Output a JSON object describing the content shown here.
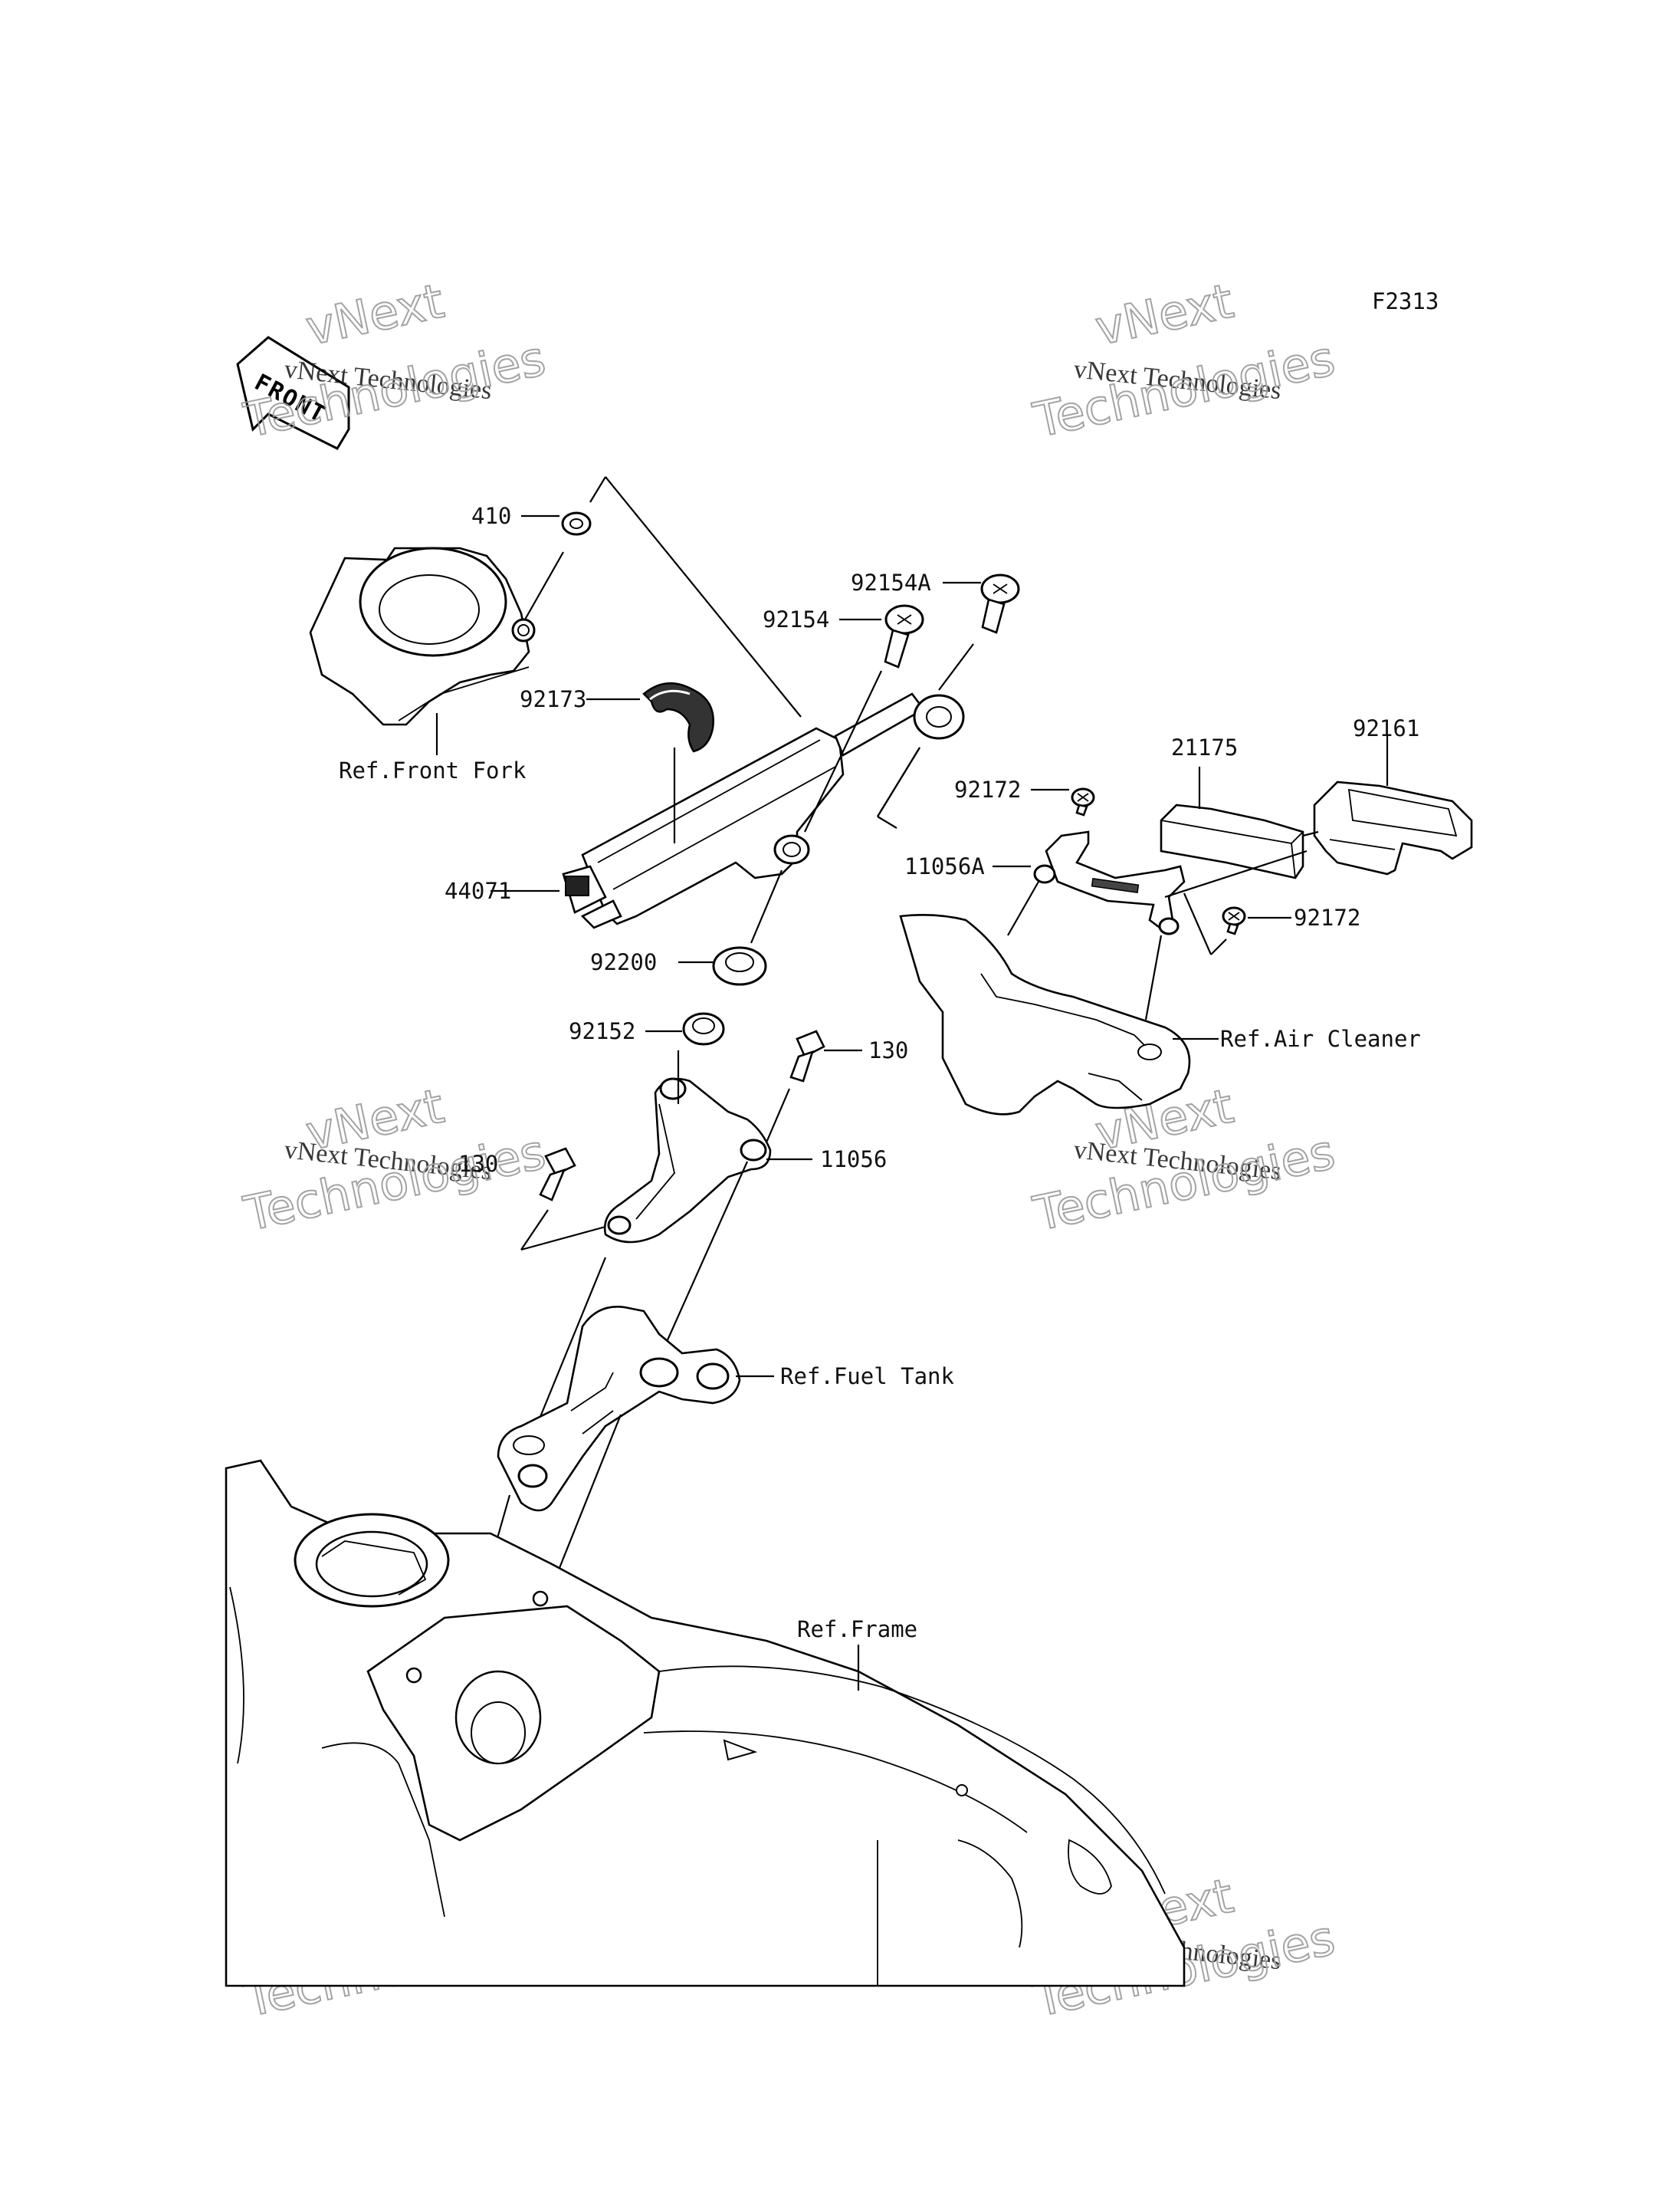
{
  "diagram": {
    "code": "F2313",
    "front_badge": "FRONT",
    "parts": [
      {
        "id": "p410",
        "label": "410"
      },
      {
        "id": "p92154A",
        "label": "92154A"
      },
      {
        "id": "p92154",
        "label": "92154"
      },
      {
        "id": "p92173",
        "label": "92173"
      },
      {
        "id": "p44071",
        "label": "44071"
      },
      {
        "id": "p92200",
        "label": "92200"
      },
      {
        "id": "p92152",
        "label": "92152"
      },
      {
        "id": "p130a",
        "label": "130"
      },
      {
        "id": "p130b",
        "label": "130"
      },
      {
        "id": "p11056",
        "label": "11056"
      },
      {
        "id": "p11056A",
        "label": "11056A"
      },
      {
        "id": "p21175",
        "label": "21175"
      },
      {
        "id": "p92161",
        "label": "92161"
      },
      {
        "id": "p92172a",
        "label": "92172"
      },
      {
        "id": "p92172b",
        "label": "92172"
      }
    ],
    "references": {
      "front_fork": "Ref.Front Fork",
      "air_cleaner": "Ref.Air Cleaner",
      "fuel_tank": "Ref.Fuel Tank",
      "frame": "Ref.Frame"
    },
    "watermark": {
      "line1": "vNext",
      "line2": "vNext Technologies",
      "line3": "Technologies"
    }
  }
}
